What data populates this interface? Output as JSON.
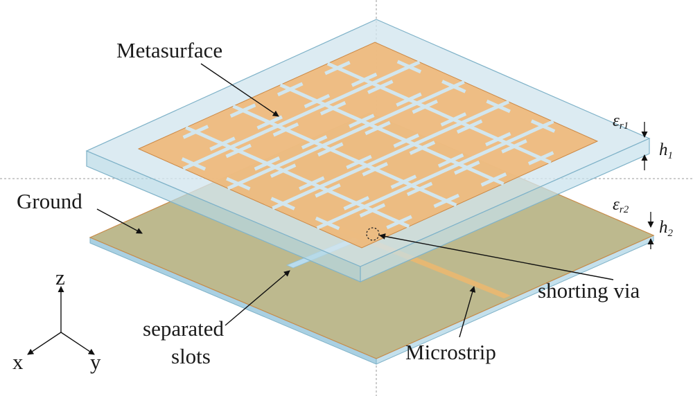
{
  "labels": {
    "metasurface": "Metasurface",
    "ground": "Ground",
    "separated_slots_line1": "separated",
    "separated_slots_line2": "slots",
    "microstrip": "Microstrip",
    "shorting_via": "shorting via"
  },
  "symbols": {
    "epsilon_r1": {
      "base": "ε",
      "sub": "r1"
    },
    "h1": {
      "base": "h",
      "sub": "1"
    },
    "epsilon_r2": {
      "base": "ε",
      "sub": "r2"
    },
    "h2": {
      "base": "h",
      "sub": "2"
    }
  },
  "axes": {
    "z": "z",
    "x": "x",
    "y": "y"
  },
  "metasurface_grid": {
    "rows": 5,
    "cols": 5
  },
  "colors": {
    "substrate_fill": "#d2e6ee",
    "substrate_edge": "#7fb2c8",
    "copper": "#f0b878",
    "copper_edge": "#cc8844",
    "ground_fill": "#bdb98e",
    "slot": "#b9dcee"
  }
}
